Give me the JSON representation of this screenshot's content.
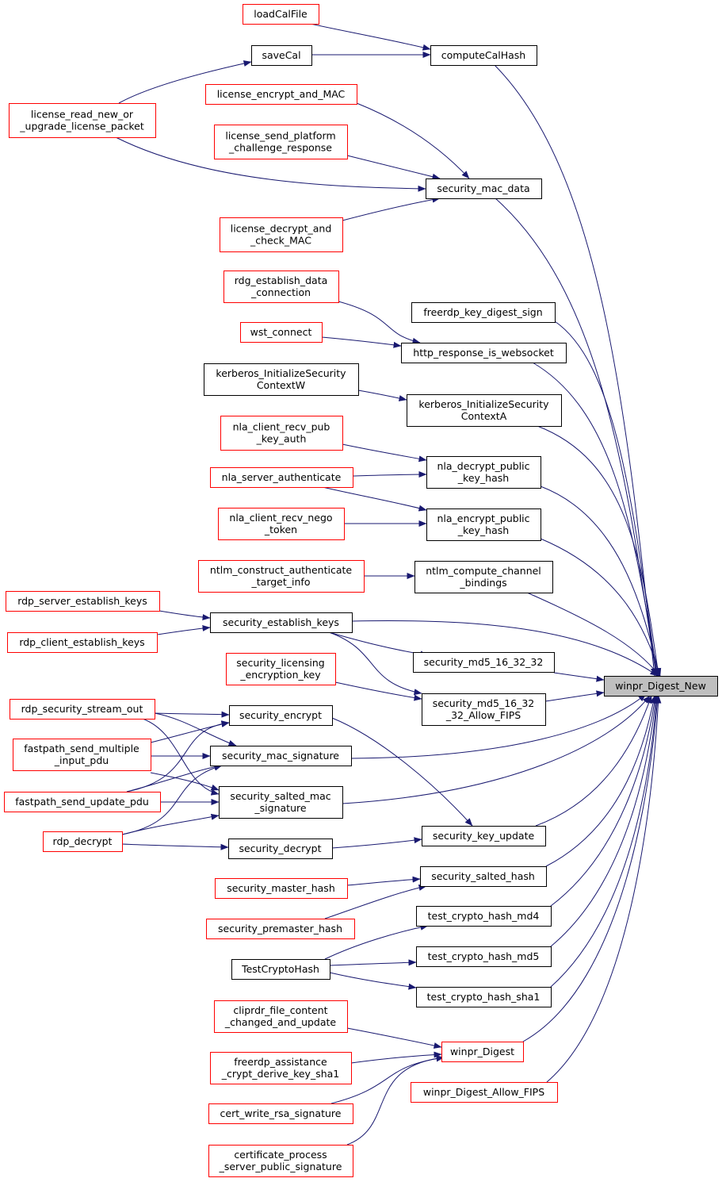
{
  "title": "",
  "colors": {
    "edge": "#191970",
    "border_normal": "#000000",
    "border_link": "#ff0000",
    "fill_normal": "#ffffff",
    "fill_target": "#bfbfbf"
  },
  "target": {
    "id": "winpr_Digest_New",
    "lines": [
      "winpr_Digest_New"
    ]
  },
  "nodes": [
    {
      "id": "loadCalFile",
      "lines": [
        "loadCalFile"
      ],
      "style": "link"
    },
    {
      "id": "saveCal",
      "lines": [
        "saveCal"
      ],
      "style": "normal"
    },
    {
      "id": "computeCalHash",
      "lines": [
        "computeCalHash"
      ],
      "style": "normal"
    },
    {
      "id": "license_read_new_or_upgrade_license_packet",
      "lines": [
        "license_read_new_or",
        "_upgrade_license_packet"
      ],
      "style": "link"
    },
    {
      "id": "license_encrypt_and_MAC",
      "lines": [
        "license_encrypt_and_MAC"
      ],
      "style": "link"
    },
    {
      "id": "license_send_platform_challenge_response",
      "lines": [
        "license_send_platform",
        "_challenge_response"
      ],
      "style": "link"
    },
    {
      "id": "security_mac_data",
      "lines": [
        "security_mac_data"
      ],
      "style": "normal"
    },
    {
      "id": "license_decrypt_and_check_MAC",
      "lines": [
        "license_decrypt_and",
        "_check_MAC"
      ],
      "style": "link"
    },
    {
      "id": "rdg_establish_data_connection",
      "lines": [
        "rdg_establish_data",
        "_connection"
      ],
      "style": "link"
    },
    {
      "id": "freerdp_key_digest_sign",
      "lines": [
        "freerdp_key_digest_sign"
      ],
      "style": "normal"
    },
    {
      "id": "wst_connect",
      "lines": [
        "wst_connect"
      ],
      "style": "link"
    },
    {
      "id": "http_response_is_websocket",
      "lines": [
        "http_response_is_websocket"
      ],
      "style": "normal"
    },
    {
      "id": "kerberos_InitializeSecurityContextW",
      "lines": [
        "kerberos_InitializeSecurity",
        "ContextW"
      ],
      "style": "normal"
    },
    {
      "id": "kerberos_InitializeSecurityContextA",
      "lines": [
        "kerberos_InitializeSecurity",
        "ContextA"
      ],
      "style": "normal"
    },
    {
      "id": "nla_client_recv_pub_key_auth",
      "lines": [
        "nla_client_recv_pub",
        "_key_auth"
      ],
      "style": "link"
    },
    {
      "id": "nla_decrypt_public_key_hash",
      "lines": [
        "nla_decrypt_public",
        "_key_hash"
      ],
      "style": "normal"
    },
    {
      "id": "nla_server_authenticate",
      "lines": [
        "nla_server_authenticate"
      ],
      "style": "link"
    },
    {
      "id": "nla_client_recv_nego_token",
      "lines": [
        "nla_client_recv_nego",
        "_token"
      ],
      "style": "link"
    },
    {
      "id": "nla_encrypt_public_key_hash",
      "lines": [
        "nla_encrypt_public",
        "_key_hash"
      ],
      "style": "normal"
    },
    {
      "id": "ntlm_construct_authenticate_target_info",
      "lines": [
        "ntlm_construct_authenticate",
        "_target_info"
      ],
      "style": "link"
    },
    {
      "id": "ntlm_compute_channel_bindings",
      "lines": [
        "ntlm_compute_channel",
        "_bindings"
      ],
      "style": "normal"
    },
    {
      "id": "rdp_server_establish_keys",
      "lines": [
        "rdp_server_establish_keys"
      ],
      "style": "link"
    },
    {
      "id": "security_establish_keys",
      "lines": [
        "security_establish_keys"
      ],
      "style": "normal"
    },
    {
      "id": "rdp_client_establish_keys",
      "lines": [
        "rdp_client_establish_keys"
      ],
      "style": "link"
    },
    {
      "id": "security_licensing_encryption_key",
      "lines": [
        "security_licensing",
        "_encryption_key"
      ],
      "style": "link"
    },
    {
      "id": "security_md5_16_32_32",
      "lines": [
        "security_md5_16_32_32"
      ],
      "style": "normal"
    },
    {
      "id": "security_md5_16_32_32_Allow_FIPS",
      "lines": [
        "security_md5_16_32",
        "_32_Allow_FIPS"
      ],
      "style": "normal"
    },
    {
      "id": "rdp_security_stream_out",
      "lines": [
        "rdp_security_stream_out"
      ],
      "style": "link"
    },
    {
      "id": "security_encrypt",
      "lines": [
        "security_encrypt"
      ],
      "style": "normal"
    },
    {
      "id": "fastpath_send_multiple_input_pdu",
      "lines": [
        "fastpath_send_multiple",
        "_input_pdu"
      ],
      "style": "link"
    },
    {
      "id": "security_mac_signature",
      "lines": [
        "security_mac_signature"
      ],
      "style": "normal"
    },
    {
      "id": "fastpath_send_update_pdu",
      "lines": [
        "fastpath_send_update_pdu"
      ],
      "style": "link"
    },
    {
      "id": "security_salted_mac_signature",
      "lines": [
        "security_salted_mac",
        "_signature"
      ],
      "style": "normal"
    },
    {
      "id": "rdp_decrypt",
      "lines": [
        "rdp_decrypt"
      ],
      "style": "link"
    },
    {
      "id": "security_key_update",
      "lines": [
        "security_key_update"
      ],
      "style": "normal"
    },
    {
      "id": "security_decrypt",
      "lines": [
        "security_decrypt"
      ],
      "style": "normal"
    },
    {
      "id": "security_salted_hash",
      "lines": [
        "security_salted_hash"
      ],
      "style": "normal"
    },
    {
      "id": "security_master_hash",
      "lines": [
        "security_master_hash"
      ],
      "style": "link"
    },
    {
      "id": "security_premaster_hash",
      "lines": [
        "security_premaster_hash"
      ],
      "style": "link"
    },
    {
      "id": "test_crypto_hash_md4",
      "lines": [
        "test_crypto_hash_md4"
      ],
      "style": "normal"
    },
    {
      "id": "TestCryptoHash",
      "lines": [
        "TestCryptoHash"
      ],
      "style": "normal"
    },
    {
      "id": "test_crypto_hash_md5",
      "lines": [
        "test_crypto_hash_md5"
      ],
      "style": "normal"
    },
    {
      "id": "test_crypto_hash_sha1",
      "lines": [
        "test_crypto_hash_sha1"
      ],
      "style": "normal"
    },
    {
      "id": "cliprdr_file_content_changed_and_update",
      "lines": [
        "cliprdr_file_content",
        "_changed_and_update"
      ],
      "style": "link"
    },
    {
      "id": "winpr_Digest",
      "lines": [
        "winpr_Digest"
      ],
      "style": "link"
    },
    {
      "id": "freerdp_assistance_crypt_derive_key_sha1",
      "lines": [
        "freerdp_assistance",
        "_crypt_derive_key_sha1"
      ],
      "style": "link"
    },
    {
      "id": "winpr_Digest_Allow_FIPS",
      "lines": [
        "winpr_Digest_Allow_FIPS"
      ],
      "style": "link"
    },
    {
      "id": "cert_write_rsa_signature",
      "lines": [
        "cert_write_rsa_signature"
      ],
      "style": "link"
    },
    {
      "id": "certificate_process_server_public_signature",
      "lines": [
        "certificate_process",
        "_server_public_signature"
      ],
      "style": "link"
    }
  ],
  "edges": [
    [
      "loadCalFile",
      "computeCalHash"
    ],
    [
      "computeCalHash",
      "saveCal"
    ],
    [
      "saveCal",
      "license_read_new_or_upgrade_license_packet"
    ],
    [
      "computeCalHash",
      "winpr_Digest_New"
    ],
    [
      "license_encrypt_and_MAC",
      "security_mac_data"
    ],
    [
      "license_send_platform_challenge_response",
      "security_mac_data"
    ],
    [
      "license_read_new_or_upgrade_license_packet",
      "security_mac_data"
    ],
    [
      "license_decrypt_and_check_MAC",
      "security_mac_data"
    ],
    [
      "security_mac_data",
      "winpr_Digest_New"
    ],
    [
      "rdg_establish_data_connection",
      "http_response_is_websocket"
    ],
    [
      "wst_connect",
      "http_response_is_websocket"
    ],
    [
      "freerdp_key_digest_sign",
      "winpr_Digest_New"
    ],
    [
      "http_response_is_websocket",
      "winpr_Digest_New"
    ],
    [
      "kerberos_InitializeSecurityContextW",
      "kerberos_InitializeSecurityContextA"
    ],
    [
      "kerberos_InitializeSecurityContextA",
      "winpr_Digest_New"
    ],
    [
      "nla_client_recv_pub_key_auth",
      "nla_decrypt_public_key_hash"
    ],
    [
      "nla_server_authenticate",
      "nla_decrypt_public_key_hash"
    ],
    [
      "nla_server_authenticate",
      "nla_encrypt_public_key_hash"
    ],
    [
      "nla_client_recv_nego_token",
      "nla_encrypt_public_key_hash"
    ],
    [
      "nla_decrypt_public_key_hash",
      "winpr_Digest_New"
    ],
    [
      "nla_encrypt_public_key_hash",
      "winpr_Digest_New"
    ],
    [
      "ntlm_construct_authenticate_target_info",
      "ntlm_compute_channel_bindings"
    ],
    [
      "ntlm_compute_channel_bindings",
      "winpr_Digest_New"
    ],
    [
      "rdp_server_establish_keys",
      "security_establish_keys"
    ],
    [
      "rdp_client_establish_keys",
      "security_establish_keys"
    ],
    [
      "security_establish_keys",
      "winpr_Digest_New"
    ],
    [
      "security_establish_keys",
      "security_md5_16_32_32"
    ],
    [
      "security_establish_keys",
      "security_md5_16_32_32_Allow_FIPS"
    ],
    [
      "security_licensing_encryption_key",
      "security_md5_16_32_32_Allow_FIPS"
    ],
    [
      "security_md5_16_32_32",
      "winpr_Digest_New"
    ],
    [
      "security_md5_16_32_32_Allow_FIPS",
      "winpr_Digest_New"
    ],
    [
      "rdp_security_stream_out",
      "security_encrypt"
    ],
    [
      "rdp_security_stream_out",
      "security_mac_signature"
    ],
    [
      "rdp_security_stream_out",
      "security_salted_mac_signature"
    ],
    [
      "fastpath_send_multiple_input_pdu",
      "security_encrypt"
    ],
    [
      "fastpath_send_multiple_input_pdu",
      "security_mac_signature"
    ],
    [
      "fastpath_send_multiple_input_pdu",
      "security_salted_mac_signature"
    ],
    [
      "fastpath_send_update_pdu",
      "security_encrypt"
    ],
    [
      "fastpath_send_update_pdu",
      "security_mac_signature"
    ],
    [
      "fastpath_send_update_pdu",
      "security_salted_mac_signature"
    ],
    [
      "rdp_decrypt",
      "security_mac_signature"
    ],
    [
      "rdp_decrypt",
      "security_salted_mac_signature"
    ],
    [
      "rdp_decrypt",
      "security_decrypt"
    ],
    [
      "security_encrypt",
      "security_key_update"
    ],
    [
      "security_mac_signature",
      "winpr_Digest_New"
    ],
    [
      "security_salted_mac_signature",
      "winpr_Digest_New"
    ],
    [
      "security_decrypt",
      "security_key_update"
    ],
    [
      "security_key_update",
      "winpr_Digest_New"
    ],
    [
      "security_master_hash",
      "security_salted_hash"
    ],
    [
      "security_premaster_hash",
      "security_salted_hash"
    ],
    [
      "security_salted_hash",
      "winpr_Digest_New"
    ],
    [
      "TestCryptoHash",
      "test_crypto_hash_md4"
    ],
    [
      "TestCryptoHash",
      "test_crypto_hash_md5"
    ],
    [
      "TestCryptoHash",
      "test_crypto_hash_sha1"
    ],
    [
      "test_crypto_hash_md4",
      "winpr_Digest_New"
    ],
    [
      "test_crypto_hash_md5",
      "winpr_Digest_New"
    ],
    [
      "test_crypto_hash_sha1",
      "winpr_Digest_New"
    ],
    [
      "cliprdr_file_content_changed_and_update",
      "winpr_Digest"
    ],
    [
      "freerdp_assistance_crypt_derive_key_sha1",
      "winpr_Digest"
    ],
    [
      "cert_write_rsa_signature",
      "winpr_Digest"
    ],
    [
      "certificate_process_server_public_signature",
      "winpr_Digest"
    ],
    [
      "winpr_Digest",
      "winpr_Digest_New"
    ],
    [
      "winpr_Digest_Allow_FIPS",
      "winpr_Digest_New"
    ]
  ]
}
